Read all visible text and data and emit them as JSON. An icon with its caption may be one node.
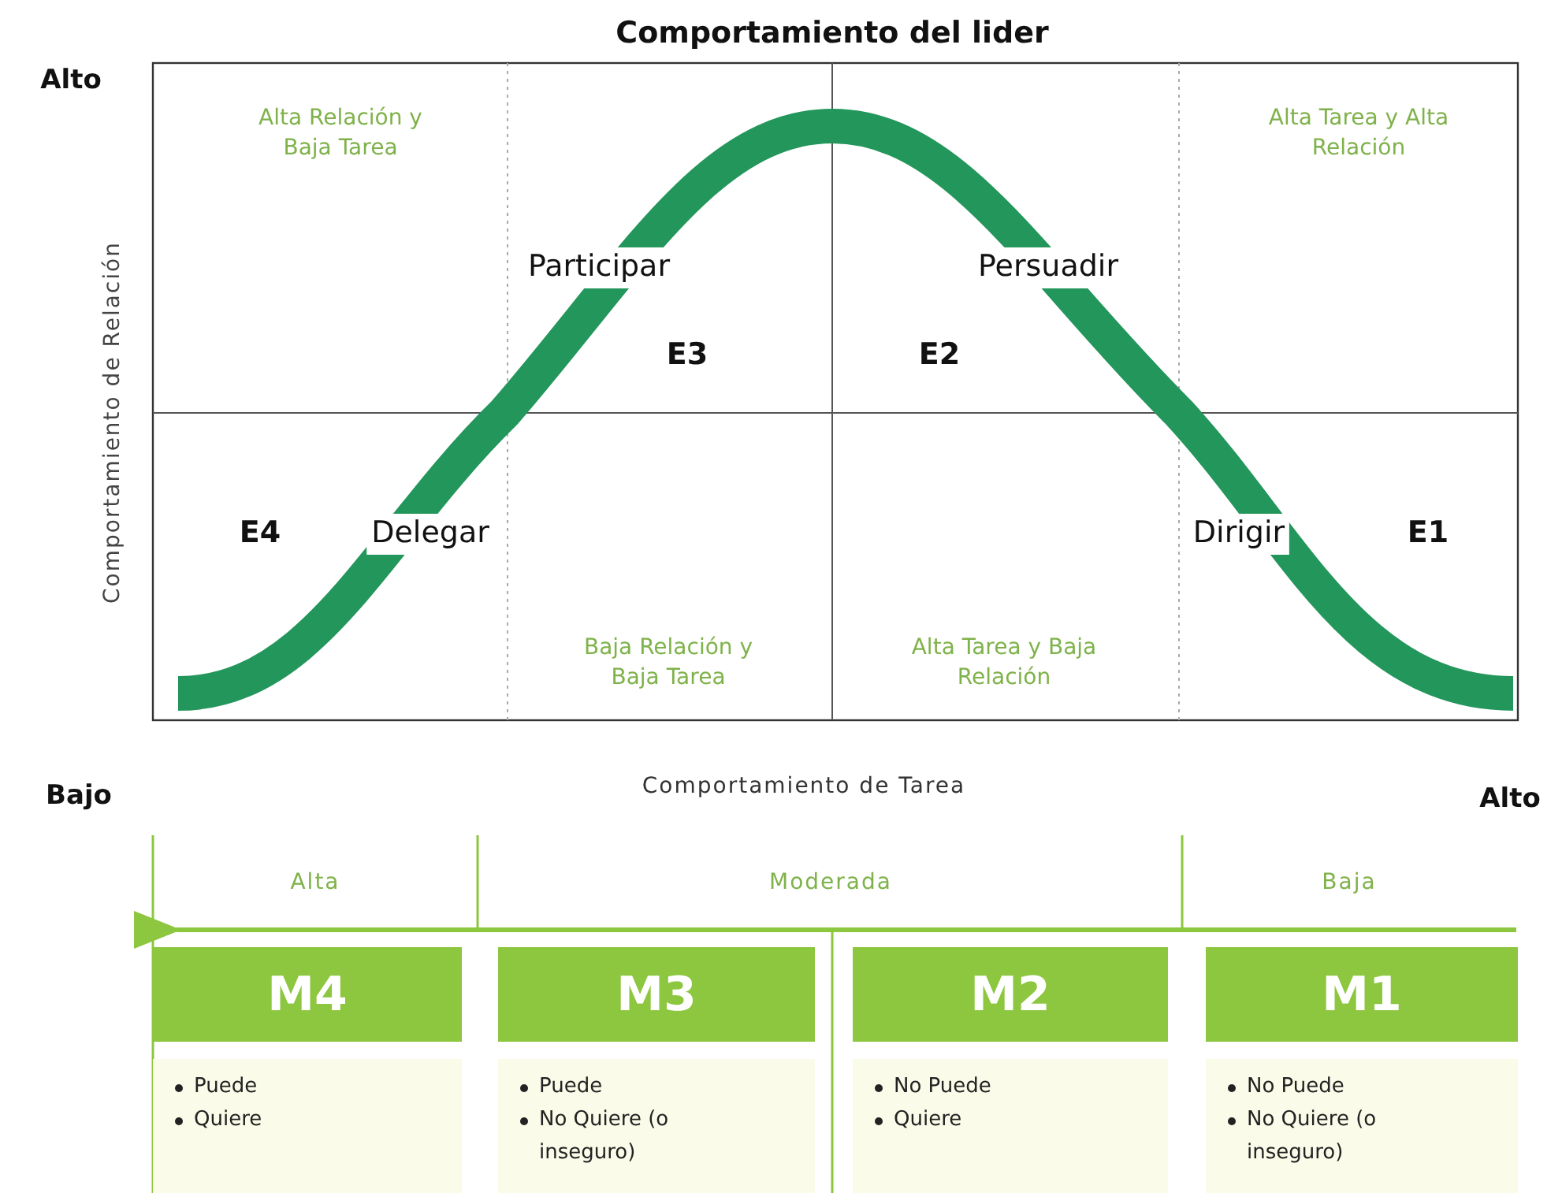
{
  "diagram": {
    "title": "Comportamiento del lider",
    "nodes": [
      {
        "text": [
          "M4"
        ],
        "beside": [
          "Puede",
          "Quiere"
        ]
      },
      {
        "text": [
          "M3"
        ],
        "beside": [
          "Puede",
          "No Quiere (o inseguro)"
        ]
      },
      {
        "text": [
          "M2"
        ],
        "beside": [
          "No Puede",
          "Quiere"
        ]
      },
      {
        "text": [
          "M1"
        ],
        "beside": [
          "No Puede",
          "No Quiere (o inseguro)"
        ]
      }
    ],
    "labels": [
      "Alto",
      "Alta Relación y Baja Tarea",
      "Alta Tarea y Alta Relación",
      "Participar",
      "Persuadir",
      "E3",
      "E2",
      "Comportamiento de Relación",
      "E4",
      "Delegar",
      "Dirigir",
      "E1",
      "Baja Relación y Baja Tarea",
      "Alta Tarea y Baja Relación",
      "Bajo",
      "Comportamiento de Tarea",
      "Alto",
      "Alta",
      "Moderada",
      "Baja"
    ]
  }
}
